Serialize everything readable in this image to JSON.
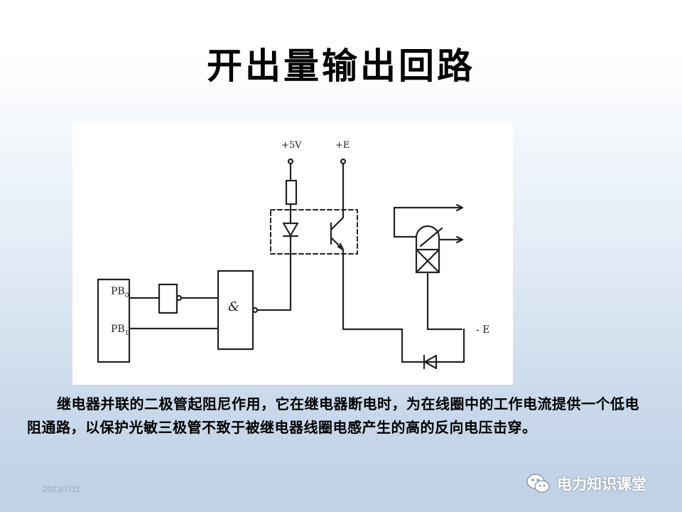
{
  "slide": {
    "title": "开出量输出回路",
    "caption": "继电器并联的二极管起阻尼作用，它在继电器断电时，为在线圈中的工作电流提供一个低电阻通路，以保护光敏三极管不致于被继电器线圈电感产生的高的反向电压击穿。",
    "date": "2023/7/31",
    "watermark": "电力知识课堂"
  },
  "diagram": {
    "labels": {
      "supply_5v": "+5V",
      "supply_e": "+E",
      "neg_e": "- E",
      "pb0": "PB",
      "pb0_sub": "0",
      "pb1": "PB",
      "pb1_sub": "1",
      "and_gate": "&"
    }
  }
}
